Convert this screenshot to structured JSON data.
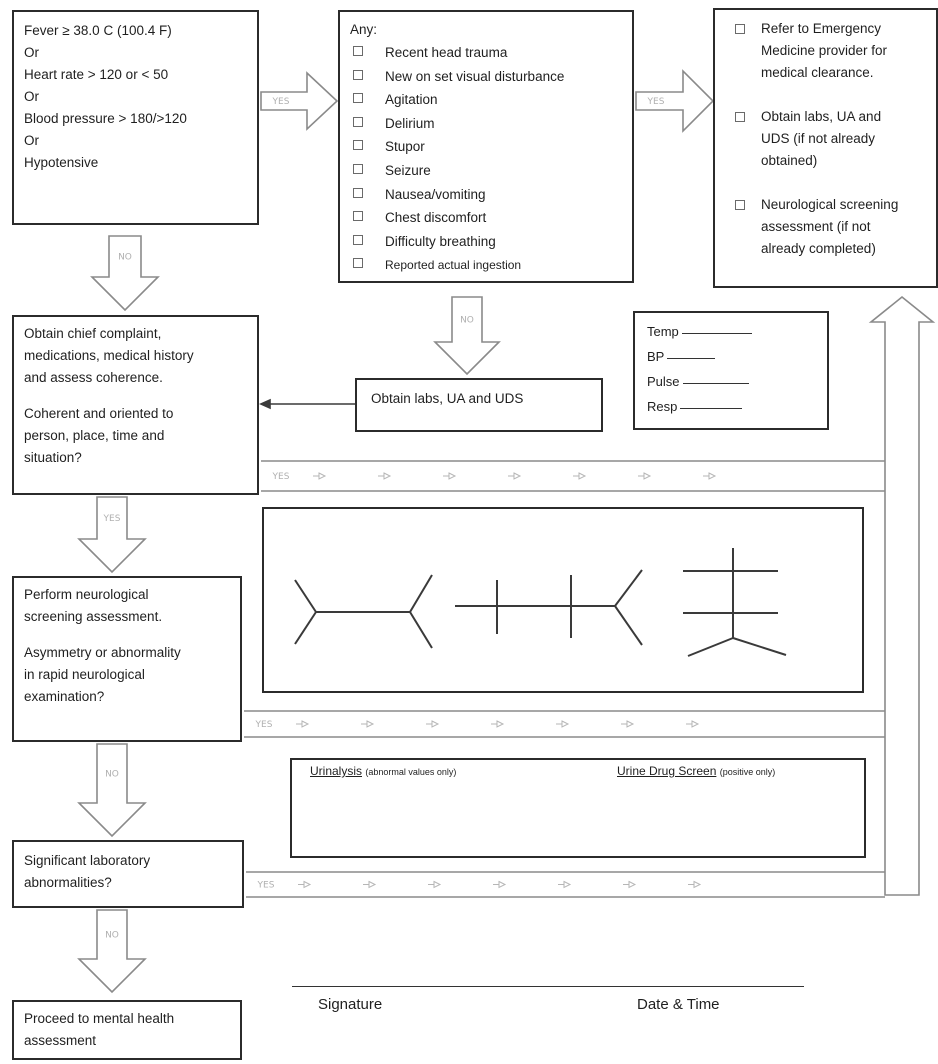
{
  "vitals_box": {
    "lines": [
      "Fever ≥ 38.0 C (100.4 F)",
      "Or",
      "Heart rate > 120 or < 50",
      "Or",
      "Blood pressure > 180/>120",
      "Or",
      "Hypotensive"
    ]
  },
  "any_box": {
    "title": "Any:",
    "items": [
      "Recent head trauma",
      "New on set visual disturbance",
      "Agitation",
      "Delirium",
      "Stupor",
      "Seizure",
      "Nausea/vomiting",
      "Chest discomfort",
      "Difficulty breathing",
      "Reported actual ingestion"
    ]
  },
  "refer_box": {
    "items": [
      [
        "Refer to Emergency",
        "Medicine provider for",
        "medical clearance."
      ],
      [
        "Obtain labs, UA and",
        "UDS (if not already",
        "obtained)"
      ],
      [
        "Neurological screening",
        "assessment (if not",
        "already completed)"
      ]
    ]
  },
  "chief_box": {
    "lines": [
      "Obtain chief complaint,",
      "medications, medical history",
      "and assess coherence.",
      "",
      "Coherent and oriented to",
      "person, place, time and",
      "situation?"
    ]
  },
  "labs_box": {
    "text": "Obtain labs, UA and UDS"
  },
  "vitals_form": {
    "labels": [
      "Temp",
      "BP",
      "Pulse",
      "Resp"
    ]
  },
  "neuro_box": {
    "lines": [
      "Perform neurological",
      "screening assessment.",
      "",
      "Asymmetry or abnormality",
      "in rapid neurological",
      "examination?"
    ]
  },
  "results_box": {
    "urinalysis_label": "Urinalysis",
    "urinalysis_note": "(abnormal values only)",
    "uds_label": "Urine Drug Screen",
    "uds_note": "(positive only)"
  },
  "sig_lab_box": {
    "lines": [
      "Significant laboratory",
      "abnormalities?"
    ]
  },
  "proceed_box": {
    "lines": [
      "Proceed to mental health",
      "assessment"
    ]
  },
  "signature": {
    "signature_label": "Signature",
    "datetime_label": "Date & Time"
  },
  "arrow_labels": {
    "yes": "YES",
    "no": "NO"
  }
}
